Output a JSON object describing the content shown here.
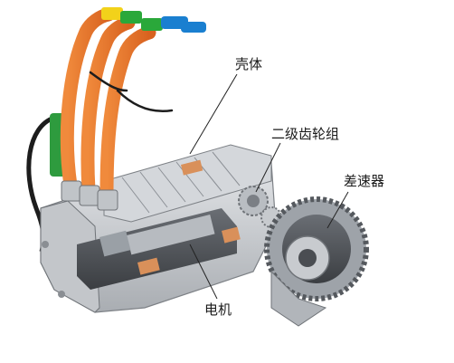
{
  "labels": {
    "housing": "壳体",
    "gear_set": "二级齿轮组",
    "differential": "差速器",
    "motor": "电机"
  },
  "colors": {
    "background": "#ffffff",
    "cable_orange": "#e9762b",
    "connector_yellow": "#f2d21a",
    "connector_green": "#2aa83a",
    "connector_blue": "#1a7fd0",
    "housing_metal": "#c9ccd0",
    "copper": "#d9905a",
    "leader_line": "#222222"
  },
  "icons": [
    "electric-drive-unit-cutaway"
  ]
}
